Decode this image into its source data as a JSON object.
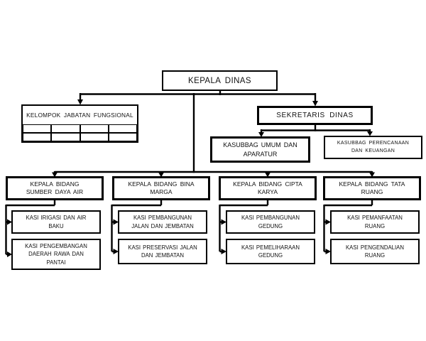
{
  "diagram": {
    "background": "#ffffff",
    "line_color": "#000000",
    "box_border_color": "#000000",
    "text_color": "#111111"
  },
  "head": {
    "label": "KEPALA DINAS"
  },
  "functional_group": {
    "label": "KELOMPOK JABATAN FUNGSIONAL",
    "grid_rows": 2,
    "grid_cols": 4
  },
  "secretariat": {
    "label": "SEKRETARIS DINAS",
    "subdivisions": [
      {
        "label": "KASUBBAG UMUM DAN\nAPARATUR"
      },
      {
        "label": "KASUBBAG PERENCANAAN\nDAN KEUANGAN"
      }
    ]
  },
  "divisions": [
    {
      "label": "KEPALA BIDANG\nSUMBER DAYA AIR",
      "sections": [
        {
          "label": "KASI IRIGASI DAN AIR\nBAKU"
        },
        {
          "label": "KASI PENGEMBANGAN\nDAERAH RAWA DAN\nPANTAI"
        }
      ]
    },
    {
      "label": "KEPALA BIDANG BINA\nMARGA",
      "sections": [
        {
          "label": "KASI PEMBANGUNAN\nJALAN DAN JEMBATAN"
        },
        {
          "label": "KASI PRESERVASI JALAN\nDAN JEMBATAN"
        }
      ]
    },
    {
      "label": "KEPALA BIDANG CIPTA\nKARYA",
      "sections": [
        {
          "label": "KASI PEMBANGUNAN\nGEDUNG"
        },
        {
          "label": "KASI PEMELIHARAAN\nGEDUNG"
        }
      ]
    },
    {
      "label": "KEPALA BIDANG TATA\nRUANG",
      "sections": [
        {
          "label": "KASI PEMANFAATAN\nRUANG"
        },
        {
          "label": "KASI PENGENDALIAN\nRUANG"
        }
      ]
    }
  ]
}
